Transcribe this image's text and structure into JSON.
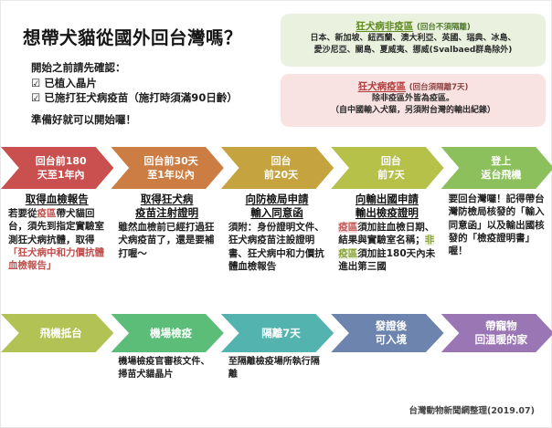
{
  "header": {
    "title": "想帶犬貓從國外回台灣嗎？",
    "checklist_intro": "開始之前請先確認：",
    "checklist": [
      "☑ 已植入晶片",
      "☑ 已施打狂犬病疫苗（施打時須滿90日齡）"
    ],
    "ready_text": "準備好就可以開始囉！"
  },
  "info_boxes": [
    {
      "id": "rabies-free",
      "label": "狂犬病非疫區",
      "note": "(回台不須隔離)",
      "body_lines": [
        "日本、新加坡、紐西蘭、澳大利亞、英國、瑞典、冰島、",
        "愛沙尼亞、關島、夏威夷、挪威(Svalbaed群島除外)"
      ],
      "bg_color": "#eaf2df",
      "label_color": "#5f8a1f"
    },
    {
      "id": "rabies-zone",
      "label": "狂犬病疫區",
      "note": "(回台須隔離7天)",
      "body_lines": [
        "除非疫區外皆為疫區。",
        "（自中國輸入犬貓，另須附台灣的輸出紀錄）"
      ],
      "bg_color": "#f9e2e2",
      "label_color": "#b43c3c"
    }
  ],
  "flow_row_1": {
    "steps": [
      {
        "label": "回台前180\n天至1年內",
        "color": "#c9504f"
      },
      {
        "label": "回台前30天\n至1年以內",
        "color": "#cb7d43"
      },
      {
        "label": "回台\n前20天",
        "color": "#c5a33f"
      },
      {
        "label": "回台\n前7天",
        "color": "#b6c14a"
      },
      {
        "label": "登上\n返台飛機",
        "color": "#8cc05c"
      }
    ],
    "columns": [
      {
        "heading": "取得血檢報告",
        "body_html": "若要從<span class=\"hl-red\">疫區</span>帶犬貓回台，須先到指定實驗室測狂犬病抗體，取得<span class=\"quote-red\">「狂犬病中和力價抗體血檢報告」</span>"
      },
      {
        "heading": "取得狂犬病\n疫苗注射證明",
        "body_html": "雖然血檢前已經打過狂犬病疫苗了，還是要補打喔～"
      },
      {
        "heading": "向防檢局申請\n輸入同意函",
        "body_html": "須附：身份證明文件、狂犬病疫苗注設證明書、狂犬病中和力價抗體血檢報告"
      },
      {
        "heading": "向輸出國申請\n輸出檢疫證明",
        "body_html": "<span class=\"hl-pink\">疫區</span>須加註血檢日期、結果與實驗室名稱；<span class=\"hl-green\">非疫區</span>須加註180天內未進出第三國"
      },
      {
        "heading": "",
        "body_html": "要回台灣囉！記得帶台灣防檢局核發的「輸入同意函」以及輸出國核發的「檢疫證明書」喔！"
      }
    ]
  },
  "flow_row_2": {
    "steps": [
      {
        "label": "飛機抵台",
        "color": "#b2c255"
      },
      {
        "label": "機場檢疫",
        "color": "#5cbd79"
      },
      {
        "label": "隔離7天",
        "color": "#53b3ae"
      },
      {
        "label": "發證後\n可入境",
        "color": "#6d84ae"
      },
      {
        "label": "帶寵物\n回溫暖的家",
        "color": "#9a76b4"
      }
    ],
    "columns": [
      {
        "heading": "",
        "body_html": ""
      },
      {
        "heading": "",
        "body_html": "機場檢疫官審核文件、掃苗犬貓晶片"
      },
      {
        "heading": "",
        "body_html": "至隔離檢疫場所執行隔離"
      },
      {
        "heading": "",
        "body_html": ""
      },
      {
        "heading": "",
        "body_html": ""
      }
    ]
  },
  "footer": {
    "credit": "台灣動物新聞網整理(2019.07)"
  }
}
